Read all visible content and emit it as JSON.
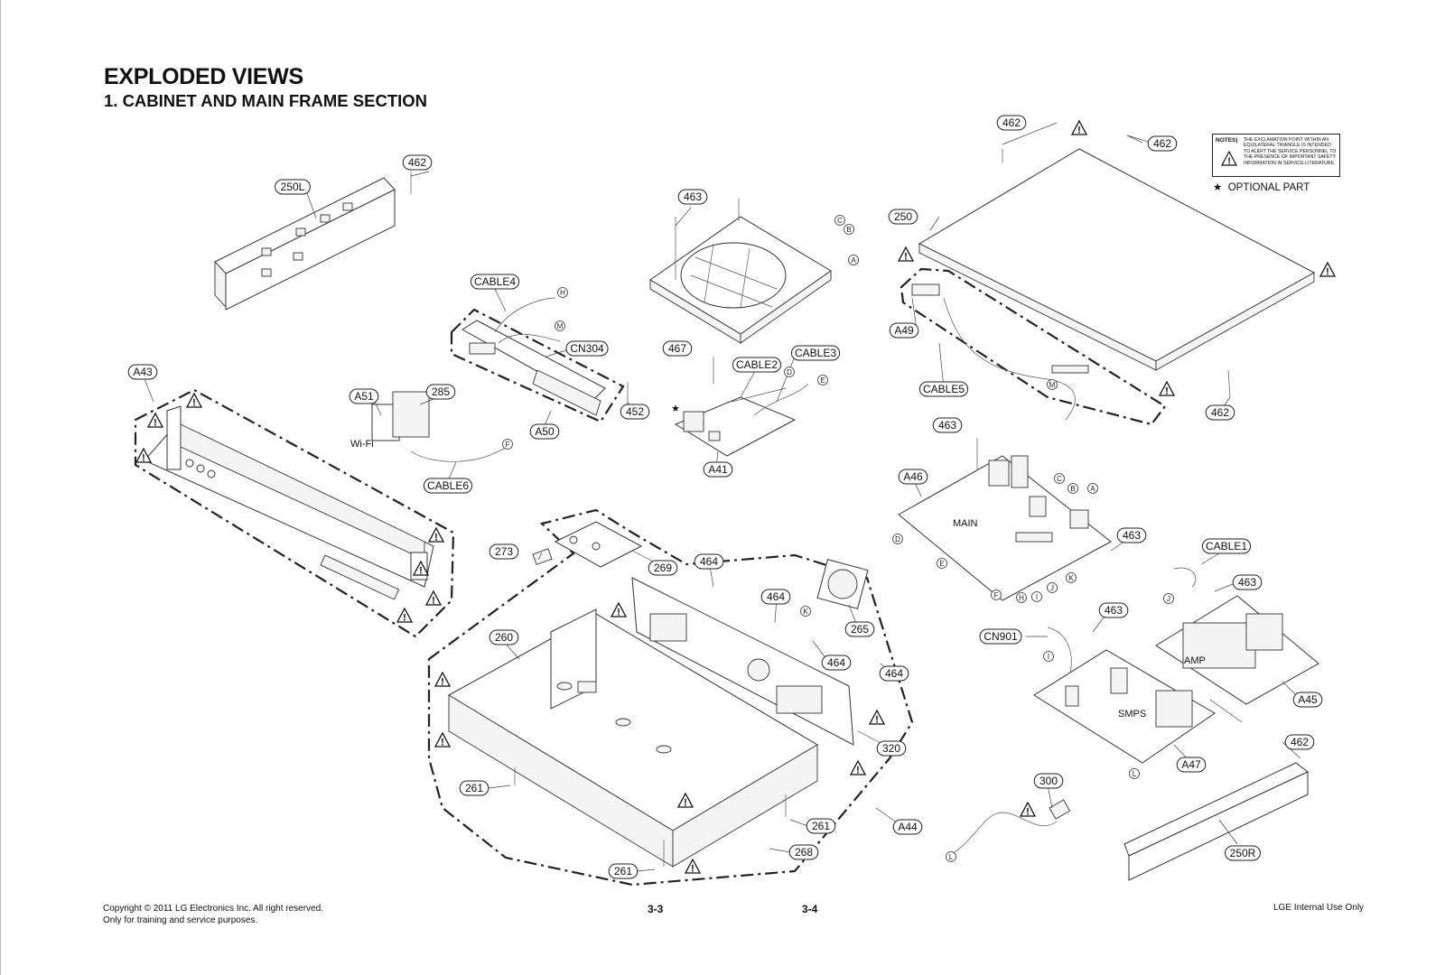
{
  "header": {
    "title": "EXPLODED VIEWS",
    "subtitle": "1. CABINET AND MAIN FRAME SECTION"
  },
  "notes": {
    "heading": "NOTES)",
    "body": "THE EXCLAMATION POINT WITHIN AN EQUILATERAL TRIANGLE IS INTENDED TO ALERT THE SERVICE PERSONNEL TO THE PRESENCE OF IMPORTANT SAFETY INFORMATION IN SERVICE LITERATURE.",
    "optional_star": "★",
    "optional_label": "OPTIONAL PART"
  },
  "callouts": [
    "462",
    "250L",
    "462",
    "250",
    "A49",
    "CABLE5",
    "462",
    "462",
    "463",
    "CABLE4",
    "CN304",
    "A50",
    "452",
    "A51",
    "285",
    "CABLE6",
    "467",
    "CABLE2",
    "CABLE3",
    "A41",
    "A43",
    "463",
    "A46",
    "463",
    "CABLE1",
    "463",
    "CN901",
    "463",
    "A45",
    "A47",
    "273",
    "269",
    "464",
    "464",
    "265",
    "464",
    "464",
    "260",
    "320",
    "261",
    "261",
    "A44",
    "268",
    "261",
    "300",
    "462",
    "250R"
  ],
  "connectors": [
    "A",
    "B",
    "C",
    "D",
    "E",
    "F",
    "H",
    "I",
    "J",
    "K",
    "L",
    "M"
  ],
  "text_labels": {
    "wifi": "Wi-Fi",
    "main": "MAIN",
    "smps": "SMPS",
    "amp": "AMP"
  },
  "warning_symbol": "!",
  "footer": {
    "copyright": "Copyright © 2011 LG Electronics Inc. All right reserved.",
    "training": "Only for training and service purposes.",
    "page_left": "3-3",
    "page_right": "3-4",
    "internal": "LGE Internal Use Only"
  }
}
